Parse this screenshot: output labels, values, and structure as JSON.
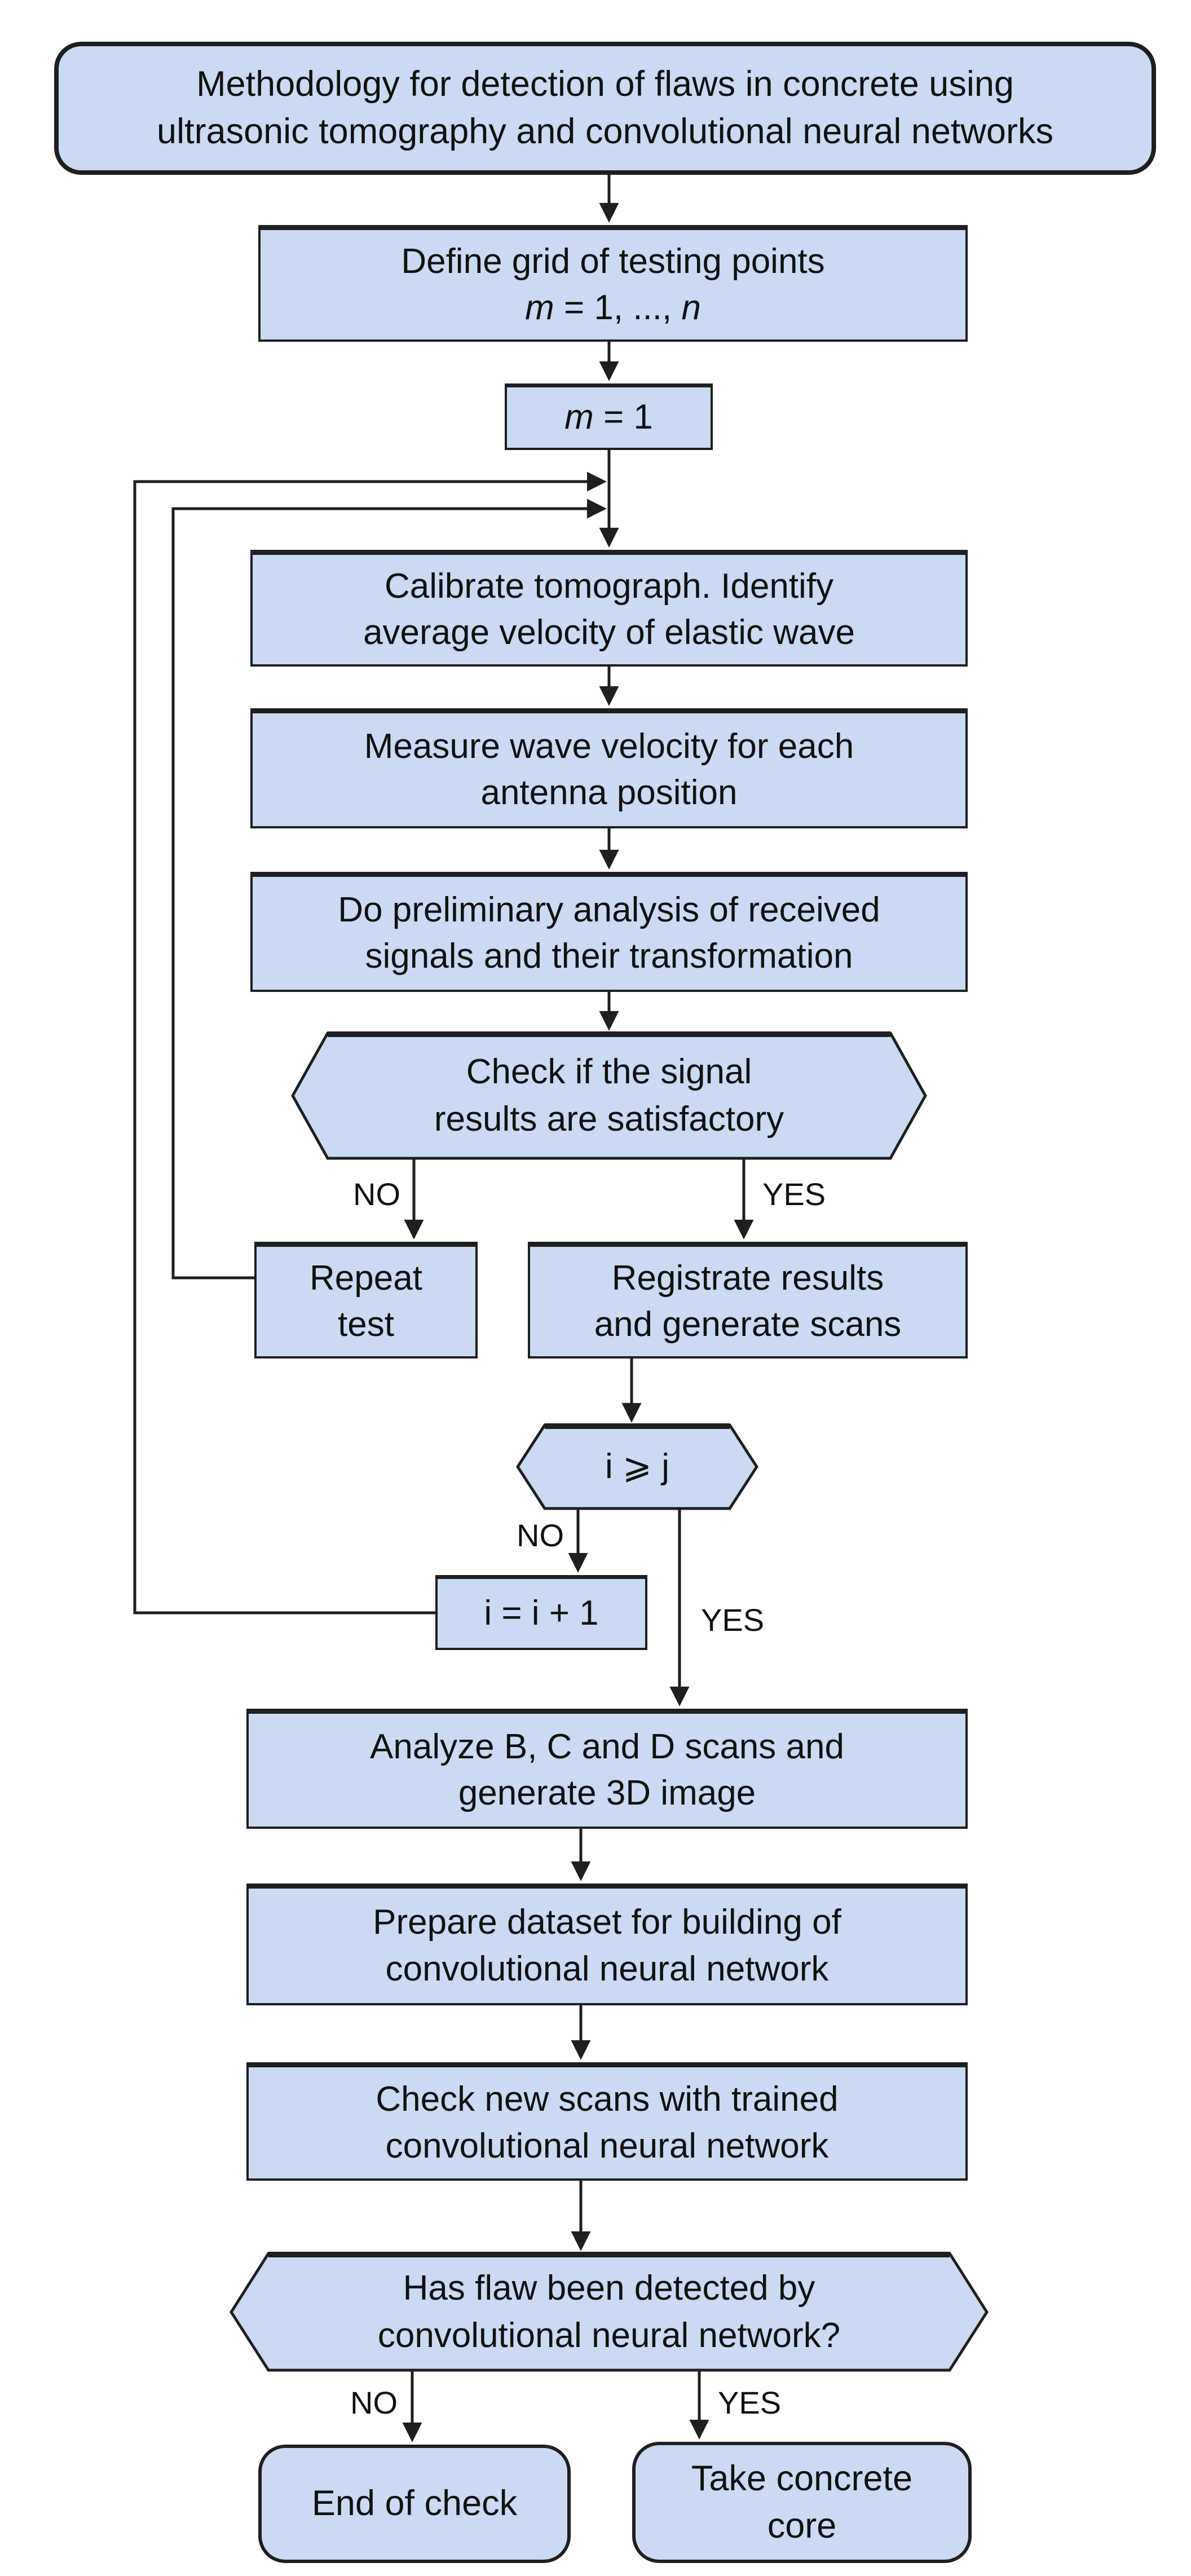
{
  "flowchart": {
    "title_node": {
      "line1": "Methodology for detection of flaws in concrete using",
      "line2": "ultrasonic tomography and convolutional neural networks"
    },
    "nodes": {
      "define_grid": {
        "line1": "Define grid of testing points",
        "formula_var1": "m",
        "formula_mid": " = 1, ..., ",
        "formula_var2": "n"
      },
      "m_init": {
        "var": "m",
        "rest": " = 1"
      },
      "calibrate": {
        "line1": "Calibrate tomograph. Identify",
        "line2": "average velocity of elastic wave"
      },
      "measure": {
        "line1": "Measure wave velocity for each",
        "line2": "antenna position"
      },
      "preliminary": {
        "line1": "Do preliminary analysis of received",
        "line2": "signals and their transformation"
      },
      "check_signal": {
        "line1": "Check if the signal",
        "line2": "results are satisfactory"
      },
      "repeat_test": {
        "line1": "Repeat",
        "line2": "test"
      },
      "registrate": {
        "line1": "Registrate results",
        "line2": "and generate scans"
      },
      "i_check": {
        "text": "i ⩾ j"
      },
      "i_increment": {
        "text": "i = i + 1"
      },
      "analyze": {
        "line1": "Analyze B, C and D scans and",
        "line2": "generate 3D image"
      },
      "prepare": {
        "line1": "Prepare dataset for building of",
        "line2": "convolutional neural network"
      },
      "check_new": {
        "line1": "Check new scans with trained",
        "line2": "convolutional neural network"
      },
      "flaw_check": {
        "line1": "Has flaw been detected by",
        "line2": "convolutional neural network?"
      },
      "end_check": {
        "line1": "End of check"
      },
      "take_core": {
        "line1": "Take concrete",
        "line2": "core"
      }
    },
    "branch_labels": {
      "check_signal": {
        "no": "NO",
        "yes": "YES"
      },
      "i_check": {
        "no": "NO",
        "yes": "YES"
      },
      "flaw_check": {
        "no": "NO",
        "yes": "YES"
      }
    },
    "colors": {
      "node_fill": "#CBDAF2",
      "node_border": "#1F1F1F",
      "connector": "#1A1A1A",
      "text": "#111111",
      "background": "#FFFFFF"
    }
  }
}
